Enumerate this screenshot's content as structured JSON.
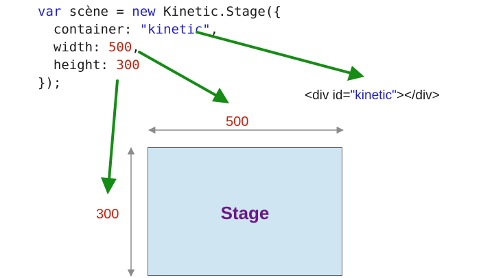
{
  "code": {
    "line1": {
      "kw_var": "var",
      "text_a": " scène = ",
      "kw_new": "new",
      "text_b": " Kinetic.Stage({"
    },
    "line2": {
      "prop": "  container: ",
      "value": "\"kinetic\"",
      "suffix": ","
    },
    "line3": {
      "prop": "  width: ",
      "value": "500",
      "suffix": ","
    },
    "line4": {
      "prop": "  height: ",
      "value": "300"
    },
    "line5": {
      "text": "});"
    }
  },
  "html_snippet": {
    "open": "<div id=",
    "id_value": "\"kinetic\"",
    "close": "></div>"
  },
  "dimensions": {
    "width_label": "500",
    "height_label": "300"
  },
  "stage": {
    "label": "Stage"
  },
  "colors": {
    "keyword": "#1f1fc6",
    "number": "#c8200e",
    "arrow_green": "#168c16",
    "dimension_gray": "#8c8c8c",
    "stage_fill": "#cfe5f2",
    "stage_text": "#6d1787"
  }
}
